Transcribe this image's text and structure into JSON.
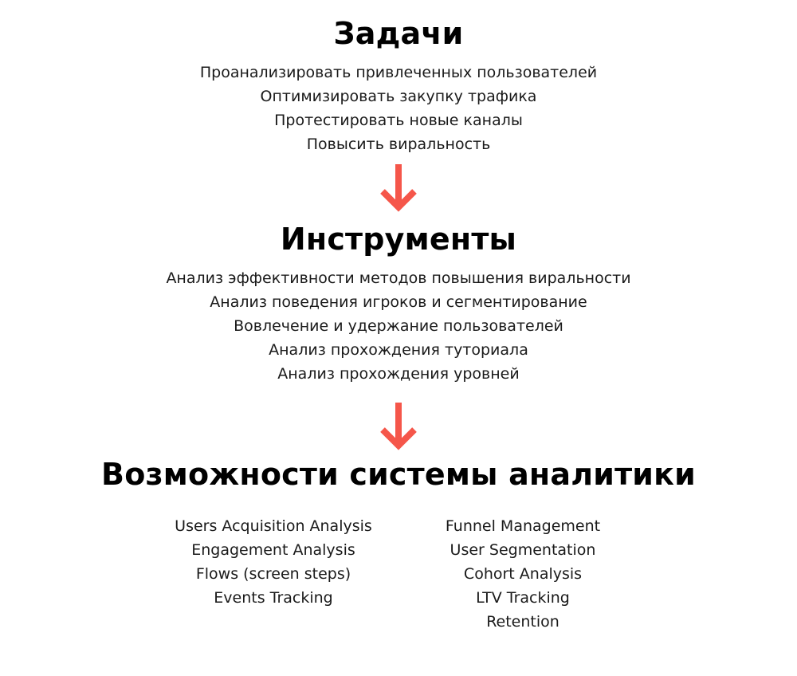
{
  "tasks": {
    "title": "Задачи",
    "items": [
      "Проанализировать привлеченных пользователей",
      "Оптимизировать закупку трафика",
      "Протестировать новые каналы",
      "Повысить виральность"
    ]
  },
  "tools": {
    "title": "Инструменты",
    "items": [
      "Анализ эффективности методов повышения виральности",
      "Анализ поведения игроков и сегментирование",
      "Вовлечение и удержание пользователей",
      "Анализ прохождения туториала",
      "Анализ прохождения уровней"
    ]
  },
  "capabilities": {
    "title": "Возможности системы аналитики",
    "left": [
      "Users Acquisition Analysis",
      "Engagement Analysis",
      "Flows (screen steps)",
      "Events Tracking"
    ],
    "right": [
      "Funnel Management",
      "User Segmentation",
      "Cohort Analysis",
      "LTV Tracking",
      "Retention"
    ]
  },
  "style": {
    "arrow_color": "#f5564a",
    "text_color": "#1a1a1a",
    "heading_color": "#000000"
  },
  "icons": {
    "flow_arrow": "arrow-down-icon"
  }
}
